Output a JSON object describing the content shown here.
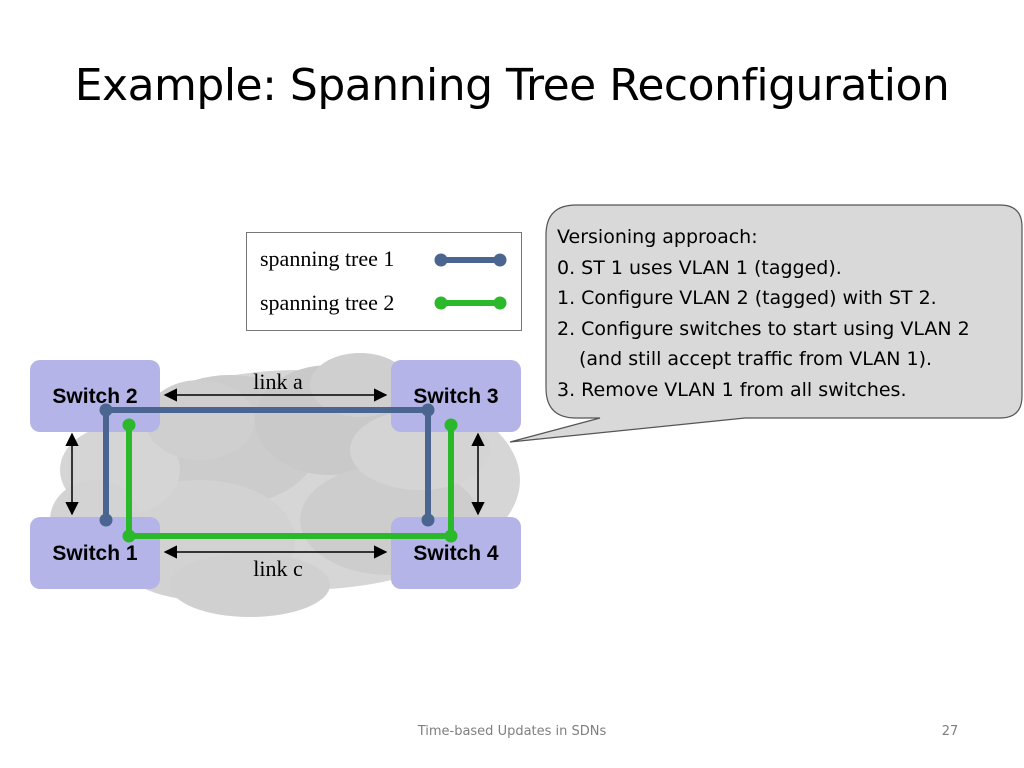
{
  "slide": {
    "title": "Example: Spanning Tree Reconfiguration",
    "footer": "Time-based Updates in SDNs",
    "page_number": "27"
  },
  "legend": {
    "items": [
      {
        "label": "spanning tree 1",
        "color": "#4a6690"
      },
      {
        "label": "spanning tree 2",
        "color": "#2bb82b"
      }
    ]
  },
  "switches": {
    "s1": "Switch 1",
    "s2": "Switch 2",
    "s3": "Switch 3",
    "s4": "Switch 4"
  },
  "links": {
    "a": "link a",
    "c": "link c"
  },
  "callout": {
    "lines": [
      "Versioning approach:",
      "0. ST 1 uses VLAN 1 (tagged).",
      "1. Configure VLAN 2 (tagged) with ST 2.",
      "2. Configure switches to start using VLAN 2",
      "(and still accept traffic from VLAN 1).",
      "3. Remove VLAN 1 from all switches."
    ]
  },
  "colors": {
    "switch_fill": "#b4b4e8",
    "tree1": "#4a6690",
    "tree2": "#2bb82b",
    "cloud": "#d3d3d3",
    "callout_fill": "#d9d9d9"
  }
}
